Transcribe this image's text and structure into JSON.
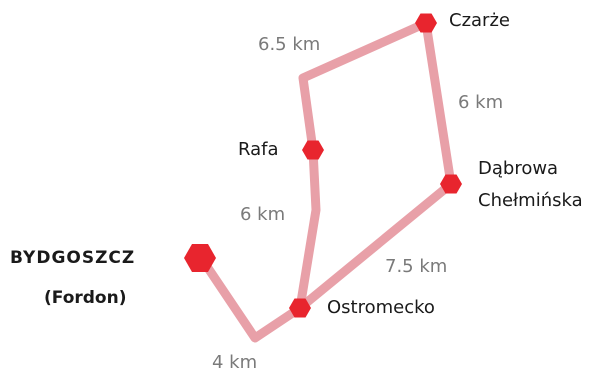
{
  "map": {
    "route_color": "#e8a0a8",
    "marker_color": "#e8252e",
    "places": {
      "bydgoszcz": {
        "name": "BYDGOSZCZ",
        "district": "(Fordon)"
      },
      "ostromecko": {
        "name": "Ostromecko"
      },
      "rafa": {
        "name": "Rafa"
      },
      "czarze": {
        "name": "Czarże"
      },
      "dabrowa": {
        "name_line1": "Dąbrowa",
        "name_line2": "Chełmińska"
      }
    },
    "distances": {
      "bydgoszcz_ostromecko": "4 km",
      "ostromecko_rafa": "6 km",
      "rafa_czarze": "6.5 km",
      "czarze_dabrowa": "6 km",
      "dabrowa_ostromecko": "7.5 km"
    }
  }
}
